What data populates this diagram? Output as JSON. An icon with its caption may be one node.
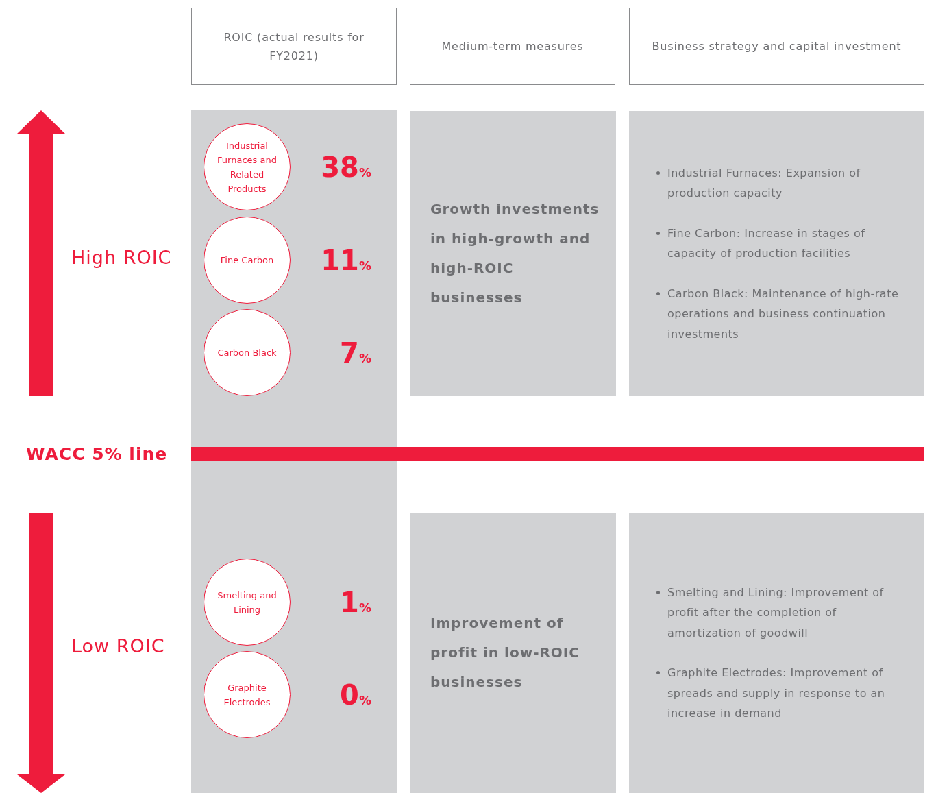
{
  "diagram": {
    "nodes": [
      {
        "text": [
          "ROIC (actual results for FY2021)"
        ]
      },
      {
        "text": [
          "Medium-term measures"
        ]
      },
      {
        "text": [
          "Business strategy and capital investment"
        ]
      },
      {
        "text": [],
        "shape": "box"
      },
      {
        "text": [
          "Industrial Furnaces and Related Products"
        ],
        "in": 3,
        "beside": [
          "38%"
        ]
      },
      {
        "text": [
          "Fine Carbon"
        ],
        "in": 3,
        "beside": [
          "11%"
        ]
      },
      {
        "text": [
          "Carbon Black"
        ],
        "in": 3,
        "beside": [
          "7%"
        ]
      },
      {
        "text": [
          "Smelting and Lining"
        ],
        "in": 3,
        "beside": [
          "1%"
        ]
      },
      {
        "text": [
          "Graphite Electrodes"
        ],
        "in": 3,
        "beside": [
          "0%"
        ]
      },
      {
        "text": [
          "Growth investments in high-growth and high-ROIC businesses"
        ]
      },
      {
        "text": [
          "Industrial Furnaces: Expansion of production capacity",
          "Fine Carbon: Increase in stages of capacity of production facilities",
          "Carbon Black: Maintenance of high-rate operations and business continuation investments"
        ]
      },
      {
        "text": [
          "Improvement of profit in low-ROIC businesses"
        ]
      },
      {
        "text": [
          "Smelting and Lining: Improvement of profit after the completion of amortization of goodwill",
          "Graphite Electrodes: Improvement of spreads and supply in response to an increase in demand"
        ]
      },
      {
        "text": [],
        "shape": "bar",
        "beside": [
          "WACC 5% line"
        ]
      }
    ],
    "labels": [
      "High ROIC",
      "Low ROIC"
    ]
  }
}
